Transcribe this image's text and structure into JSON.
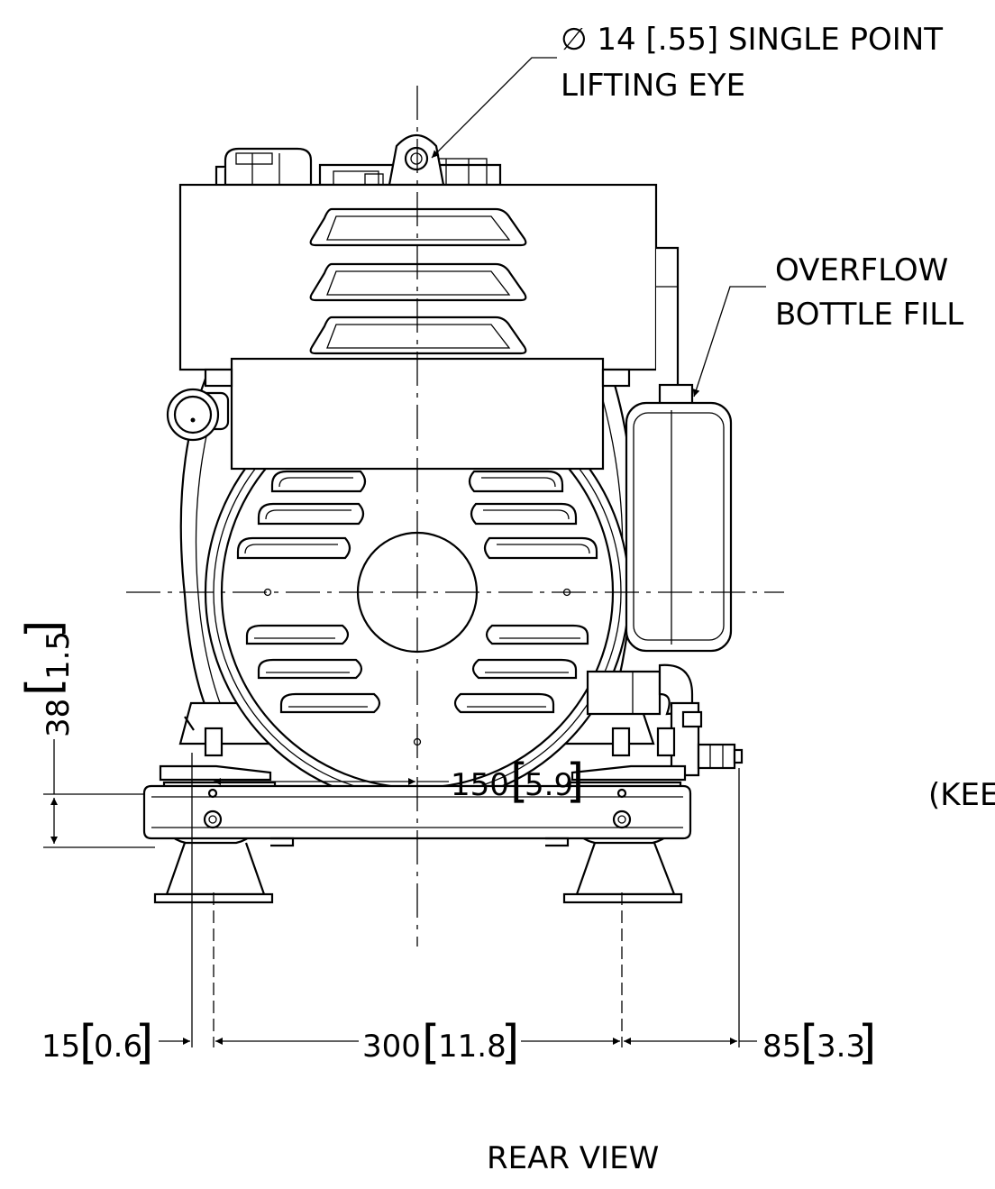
{
  "callouts": {
    "lifting_eye_line1": "∅ 14 [.55] SINGLE POINT",
    "lifting_eye_line2": "LIFTING EYE",
    "overflow_line1": "OVERFLOW",
    "overflow_line2": "BOTTLE FILL",
    "cutoff_note": "(KEE"
  },
  "dimensions": {
    "height_38": "38",
    "height_38_in": "1.5",
    "half_150": "150",
    "half_150_in": "5.9",
    "left_15": "15",
    "left_15_in": "0.6",
    "span_300": "300",
    "span_300_in": "11.8",
    "right_85": "85",
    "right_85_in": "3.3"
  },
  "view_title": "REAR VIEW"
}
